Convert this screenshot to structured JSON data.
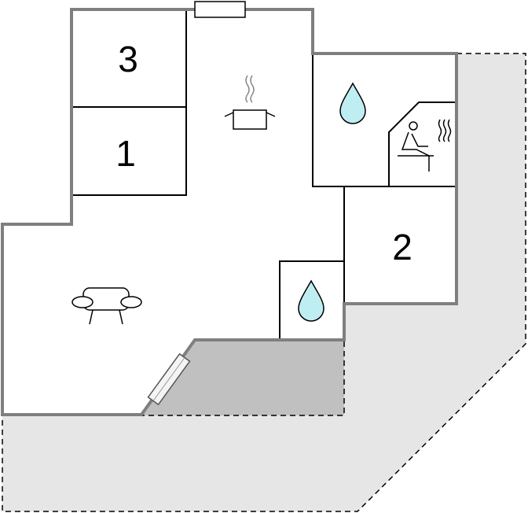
{
  "rooms": {
    "bedroom_3": {
      "label": "3"
    },
    "bedroom_1": {
      "label": "1"
    },
    "bedroom_2": {
      "label": "2"
    }
  },
  "icons": [
    "kitchen-pot-icon",
    "water-drop-icon",
    "sauna-icon",
    "sofa-icon",
    "water-drop-icon"
  ],
  "colors": {
    "wall": "#7f7f7f",
    "terrace": "#e6e6e6",
    "covered_terrace": "#c0c0c0",
    "water": "#bfeef2"
  }
}
